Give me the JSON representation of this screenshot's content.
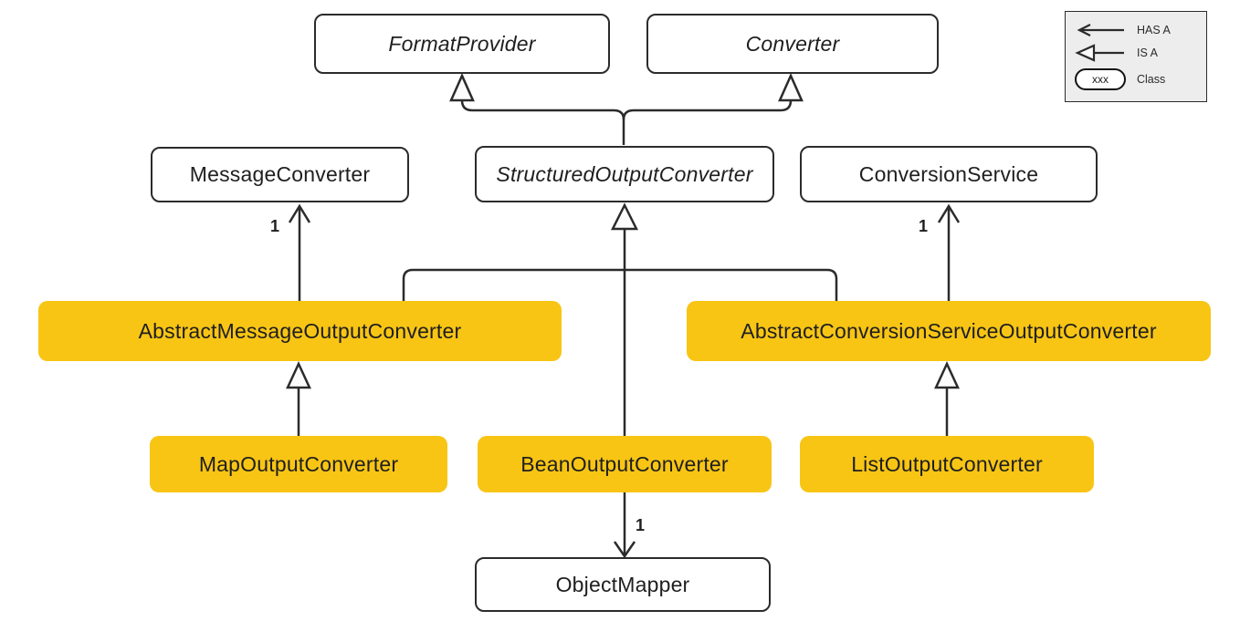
{
  "diagram": {
    "nodes": {
      "format_provider": {
        "label": "FormatProvider",
        "kind": "interface"
      },
      "converter": {
        "label": "Converter",
        "kind": "interface"
      },
      "message_converter": {
        "label": "MessageConverter",
        "kind": "class"
      },
      "structured_output_converter": {
        "label": "StructuredOutputConverter",
        "kind": "interface"
      },
      "conversion_service": {
        "label": "ConversionService",
        "kind": "class"
      },
      "abstract_message_output_converter": {
        "label": "AbstractMessageOutputConverter",
        "kind": "highlighted-class"
      },
      "abstract_conversion_service_output_converter": {
        "label": "AbstractConversionServiceOutputConverter",
        "kind": "highlighted-class"
      },
      "map_output_converter": {
        "label": "MapOutputConverter",
        "kind": "highlighted-class"
      },
      "bean_output_converter": {
        "label": "BeanOutputConverter",
        "kind": "highlighted-class"
      },
      "list_output_converter": {
        "label": "ListOutputConverter",
        "kind": "highlighted-class"
      },
      "object_mapper": {
        "label": "ObjectMapper",
        "kind": "class"
      }
    },
    "edges": [
      {
        "from": "StructuredOutputConverter",
        "to": "FormatProvider",
        "type": "IS A"
      },
      {
        "from": "StructuredOutputConverter",
        "to": "Converter",
        "type": "IS A"
      },
      {
        "from": "AbstractMessageOutputConverter",
        "to": "MessageConverter",
        "type": "HAS A",
        "label": "1"
      },
      {
        "from": "AbstractMessageOutputConverter",
        "to": "StructuredOutputConverter",
        "type": "IS A"
      },
      {
        "from": "AbstractConversionServiceOutputConverter",
        "to": "StructuredOutputConverter",
        "type": "IS A"
      },
      {
        "from": "AbstractConversionServiceOutputConverter",
        "to": "ConversionService",
        "type": "HAS A",
        "label": "1"
      },
      {
        "from": "MapOutputConverter",
        "to": "AbstractMessageOutputConverter",
        "type": "IS A"
      },
      {
        "from": "BeanOutputConverter",
        "to": "StructuredOutputConverter",
        "type": "IS A"
      },
      {
        "from": "ListOutputConverter",
        "to": "AbstractConversionServiceOutputConverter",
        "type": "IS A"
      },
      {
        "from": "BeanOutputConverter",
        "to": "ObjectMapper",
        "type": "HAS A",
        "label": "1"
      }
    ],
    "legend": {
      "has_a_label": "HAS A",
      "is_a_label": "IS A",
      "class_sample": "xxx",
      "class_label": "Class"
    },
    "colors": {
      "highlight_fill": "#F8C515",
      "node_fill": "#FFFFFF",
      "stroke": "#2B2B2B",
      "text": "#1F1F1F",
      "legend_bg": "#EDEDED"
    }
  }
}
